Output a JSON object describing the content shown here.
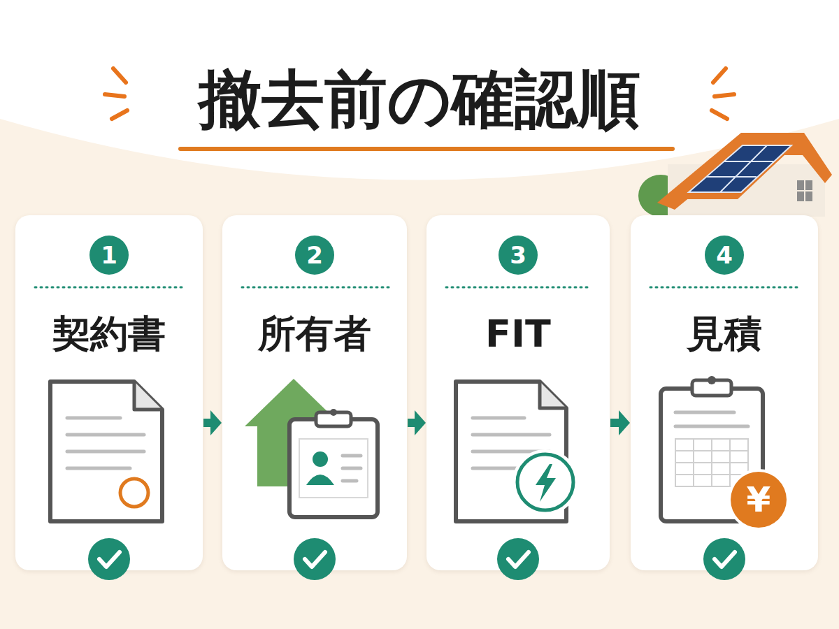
{
  "diagram": {
    "title": "撤去前の確認順",
    "nodes": [
      {
        "text": [
          "契約書"
        ]
      },
      {
        "text": [
          "1"
        ],
        "in": 0
      },
      {
        "text": [
          "所有者"
        ]
      },
      {
        "text": [
          "2"
        ],
        "in": 2
      },
      {
        "text": [
          "FIT"
        ]
      },
      {
        "text": [
          "3"
        ],
        "in": 4
      },
      {
        "text": [
          "見積"
        ]
      },
      {
        "text": [
          "4"
        ],
        "in": 6
      }
    ],
    "edges": [
      {
        "from": 0,
        "to": 2,
        "arrow": "to"
      },
      {
        "from": 2,
        "to": 4,
        "arrow": "to"
      },
      {
        "from": 4,
        "to": 6,
        "arrow": "to"
      }
    ],
    "labels": [
      "¥"
    ]
  }
}
